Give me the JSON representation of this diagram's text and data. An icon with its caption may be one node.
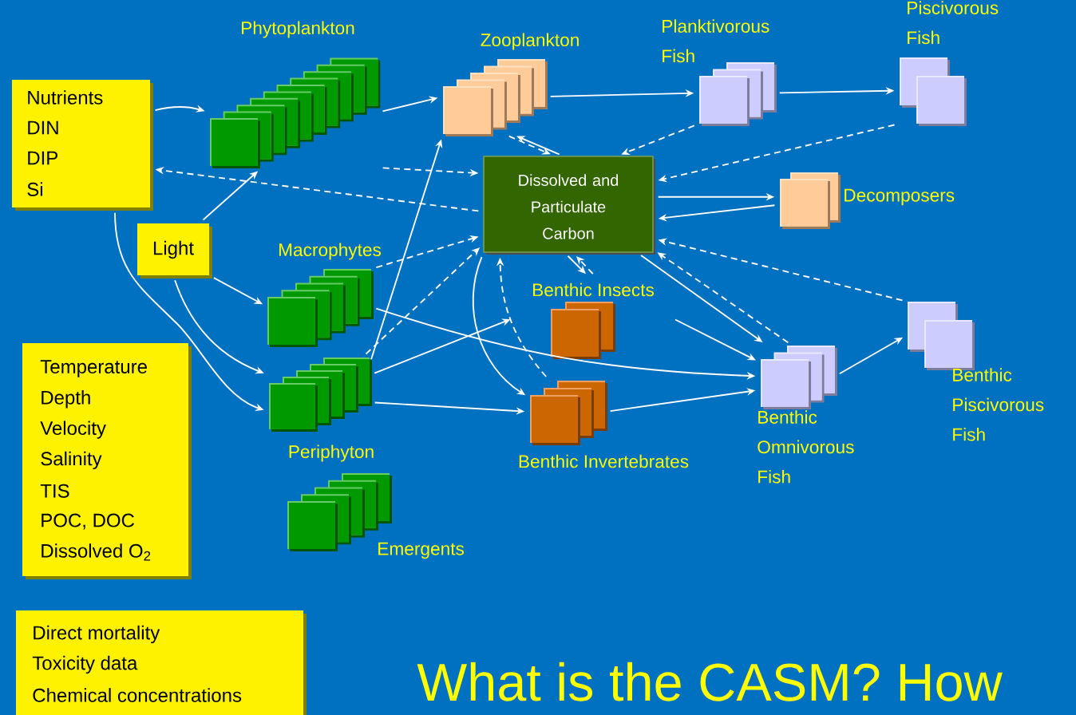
{
  "diagram": {
    "title": "What is the CASM? How",
    "nodes": [
      {
        "text": [
          "Nutrients",
          "DIN",
          "DIP",
          "Si"
        ]
      },
      {
        "text": [
          "Light"
        ]
      },
      {
        "text": [
          "Temperature",
          "Depth",
          "Velocity",
          "Salinity",
          "TIS",
          "POC, DOC",
          "Dissolved O$_{2}$"
        ]
      },
      {
        "text": [
          "Phytoplankton"
        ]
      },
      {
        "text": [
          "Zooplankton"
        ]
      },
      {
        "text": [
          "Planktivorous Fish"
        ]
      },
      {
        "text": [
          "Piscivorous Fish"
        ]
      },
      {
        "text": [
          "Dissolved and Particulate Carbon"
        ]
      },
      {
        "text": [
          "Decomposers"
        ]
      },
      {
        "text": [
          "Macrophytes"
        ]
      },
      {
        "text": [
          "Benthic Insects"
        ]
      },
      {
        "text": [
          "Periphyton"
        ]
      },
      {
        "text": [
          "Benthic Invertebrates"
        ]
      },
      {
        "text": [
          "Benthic Omnivorous Fish"
        ]
      },
      {
        "text": [
          "Benthic Piscivorous Fish"
        ]
      },
      {
        "text": [
          "Emergents"
        ]
      },
      {
        "text": [
          "Direct mortality",
          "Toxicity data",
          "Chemical concentrations"
        ]
      }
    ],
    "edges": [
      {
        "from": 0,
        "to": 3,
        "arrow": "to"
      },
      {
        "from": 1,
        "to": 3,
        "arrow": "to"
      },
      {
        "from": 1,
        "to": 9,
        "arrow": "to"
      },
      {
        "from": 1,
        "to": 11,
        "arrow": "to"
      },
      {
        "from": 0,
        "to": 11,
        "arrow": "to"
      },
      {
        "from": 3,
        "to": 4,
        "arrow": "to"
      },
      {
        "from": 3,
        "to": 7,
        "arrow": "to",
        "style": "dashed"
      },
      {
        "from": 7,
        "to": 0,
        "arrow": "to",
        "style": "dashed"
      },
      {
        "from": 4,
        "to": 5,
        "arrow": "to"
      },
      {
        "from": 5,
        "to": 6,
        "arrow": "to"
      },
      {
        "from": 5,
        "to": 7,
        "arrow": "to",
        "style": "dashed"
      },
      {
        "from": 6,
        "to": 7,
        "arrow": "to",
        "style": "dashed"
      },
      {
        "from": 4,
        "to": 7,
        "arrow": "to",
        "style": "dashed"
      },
      {
        "from": 7,
        "to": 4,
        "arrow": "to"
      },
      {
        "from": 7,
        "to": 8,
        "arrow": "to"
      },
      {
        "from": 8,
        "to": 7,
        "arrow": "to"
      },
      {
        "from": 9,
        "to": 7,
        "arrow": "to",
        "style": "dashed"
      },
      {
        "from": 11,
        "to": 4,
        "arrow": "to"
      },
      {
        "from": 11,
        "to": 7,
        "arrow": "to",
        "style": "dashed"
      },
      {
        "from": 11,
        "to": 10,
        "arrow": "to"
      },
      {
        "from": 11,
        "to": 12,
        "arrow": "to"
      },
      {
        "from": 9,
        "to": 13,
        "arrow": "to"
      },
      {
        "from": 7,
        "to": 10,
        "arrow": "to"
      },
      {
        "from": 10,
        "to": 7,
        "arrow": "to",
        "style": "dashed"
      },
      {
        "from": 7,
        "to": 12,
        "arrow": "to"
      },
      {
        "from": 12,
        "to": 7,
        "arrow": "to",
        "style": "dashed"
      },
      {
        "from": 10,
        "to": 13,
        "arrow": "to"
      },
      {
        "from": 12,
        "to": 13,
        "arrow": "to"
      },
      {
        "from": 7,
        "to": 13,
        "arrow": "to"
      },
      {
        "from": 13,
        "to": 7,
        "arrow": "to",
        "style": "dashed"
      },
      {
        "from": 13,
        "to": 14,
        "arrow": "to"
      },
      {
        "from": 14,
        "to": 7,
        "arrow": "to",
        "style": "dashed"
      }
    ]
  }
}
